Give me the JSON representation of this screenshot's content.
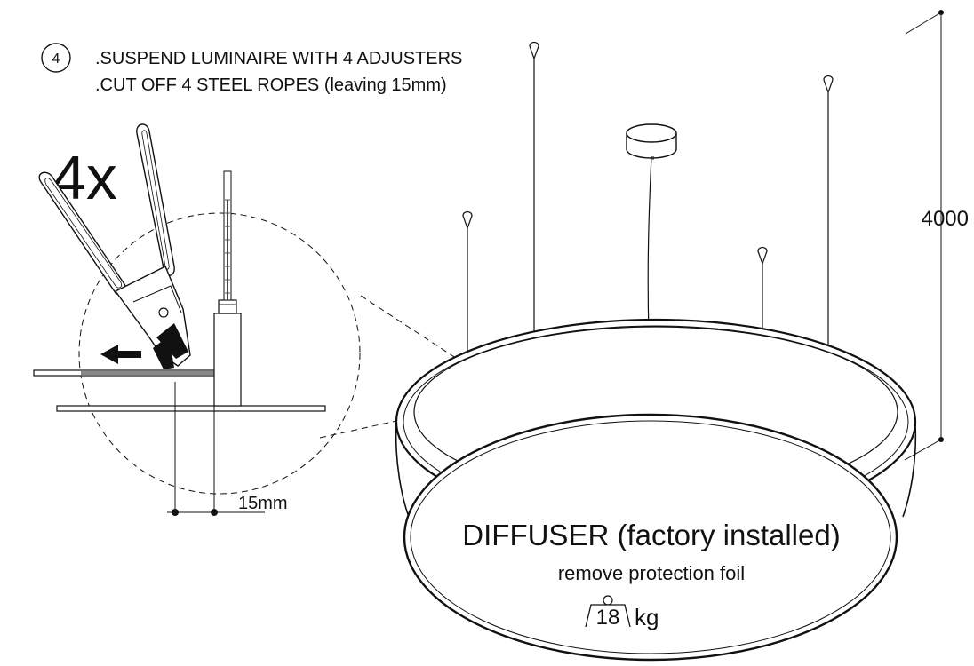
{
  "step": {
    "number": "4",
    "line1": ".SUSPEND LUMINAIRE WITH 4 ADJUSTERS",
    "line2": ".CUT OFF 4 STEEL ROPES (leaving 15mm)"
  },
  "detail": {
    "multiplier": "4x",
    "dimension": "15mm"
  },
  "height_dimension": "4000",
  "diffuser": {
    "title": "DIFFUSER (factory installed)",
    "subtitle": "remove protection foil"
  },
  "weight": {
    "value": "18",
    "unit": "kg"
  }
}
